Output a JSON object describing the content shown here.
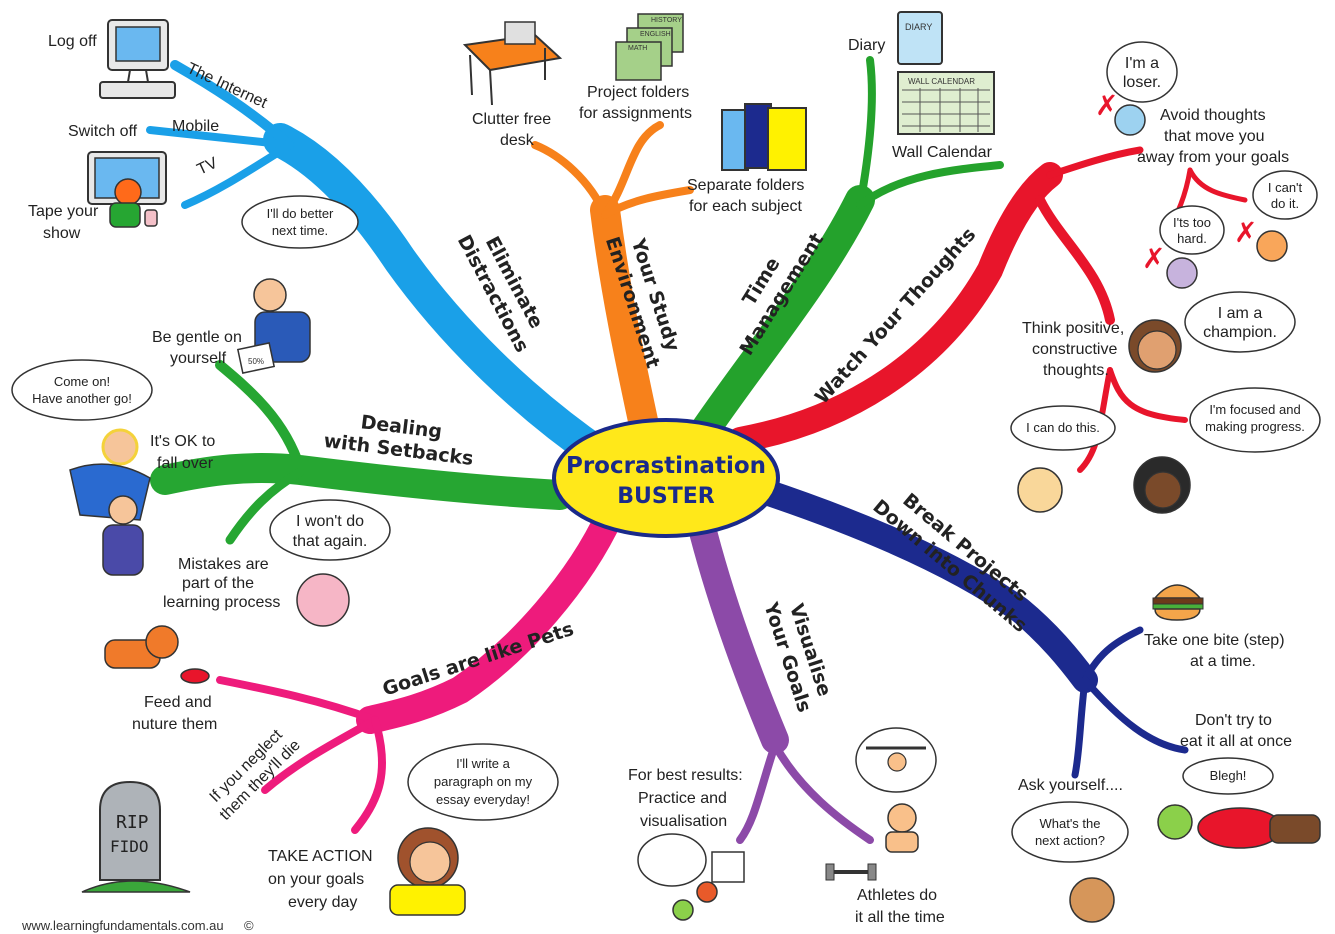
{
  "center": {
    "line1": "Procrastination",
    "line2": "BUSTER"
  },
  "branches": {
    "eliminate": {
      "line1": "Eliminate",
      "line2": "Distractions",
      "color": "#1aa0e8"
    },
    "environment": {
      "line1": "Your Study",
      "line2": "Environment",
      "color": "#f7811b"
    },
    "time": {
      "line1": "Time",
      "line2": "Management",
      "color": "#24a22c"
    },
    "thoughts": {
      "line1": "Watch Your Thoughts",
      "color": "#e8152b"
    },
    "chunks": {
      "line1": "Break Projects",
      "line2": "Down into Chunks",
      "color": "#1c2a8e"
    },
    "visualise": {
      "line1": "Visualise",
      "line2": "Your Goals",
      "color": "#8c4aa8"
    },
    "pets": {
      "line1": "Goals are like Pets",
      "color": "#ee1b7c"
    },
    "setbacks": {
      "line1": "Dealing",
      "line2": "with Setbacks",
      "color": "#26a632"
    }
  },
  "eliminate": {
    "internet": "The Internet",
    "mobile": "Mobile",
    "tv": "TV",
    "log_off": "Log off",
    "switch_off": "Switch off",
    "tape_1": "Tape your",
    "tape_2": "show"
  },
  "environment": {
    "desk_1": "Clutter free",
    "desk_2": "desk",
    "project_1": "Project folders",
    "project_2": "for assignments",
    "separate_1": "Separate folders",
    "separate_2": "for each subject",
    "folder_tags": [
      "HISTORY",
      "ENGLISH",
      "MATH"
    ]
  },
  "time": {
    "diary": "Diary",
    "diary_tag": "DIARY",
    "wall_calendar": "Wall Calendar",
    "calendar_tag": "WALL CALENDAR"
  },
  "thoughts": {
    "bubble_loser_1": "I'm a",
    "bubble_loser_2": "loser.",
    "avoid_1": "Avoid thoughts",
    "avoid_2": "that move you",
    "avoid_3": "away from your goals",
    "bubble_cant_1": "I can't",
    "bubble_cant_2": "do it.",
    "bubble_hard_1": "I'ts too",
    "bubble_hard_2": "hard.",
    "positive_1": "Think positive,",
    "positive_2": "constructive",
    "positive_3": "thoughts.",
    "bubble_champion_1": "I am a",
    "bubble_champion_2": "champion.",
    "bubble_can_do": "I can do this.",
    "bubble_focused_1": "I'm focused and",
    "bubble_focused_2": "making progress."
  },
  "chunks": {
    "bite_1": "Take one bite (step)",
    "bite_2": "at a time.",
    "dont_1": "Don't try to",
    "dont_2": "eat it all at once",
    "bubble_blegh": "Blegh!",
    "ask": "Ask yourself....",
    "bubble_next_1": "What's the",
    "bubble_next_2": "next action?"
  },
  "visualise": {
    "practice_1": "For best results:",
    "practice_2": "Practice and",
    "practice_3": "visualisation",
    "athletes_1": "Athletes do",
    "athletes_2": "it all the time"
  },
  "pets": {
    "feed_1": "Feed and",
    "feed_2": "nuture them",
    "neglect_1": "If you neglect",
    "neglect_2": "them they'll die",
    "action_1": "TAKE ACTION",
    "action_2": "on your goals",
    "action_3": "every day",
    "bubble_write_1": "I'll write a",
    "bubble_write_2": "paragraph on my",
    "bubble_write_3": "essay everyday!",
    "tomb_1": "RIP",
    "tomb_2": "FIDO"
  },
  "setbacks": {
    "bubble_better_1": "I'll do better",
    "bubble_better_2": "next time.",
    "gentle_1": "Be gentle on",
    "gentle_2": "yourself",
    "paper_tag": "50%",
    "bubble_comeon_1": "Come on!",
    "bubble_comeon_2": "Have another go!",
    "ok_1": "It's OK to",
    "ok_2": "fall over",
    "mistakes_1": "Mistakes are",
    "mistakes_2": "part of the",
    "mistakes_3": "learning process",
    "bubble_wont_1": "I won't do",
    "bubble_wont_2": "that again."
  },
  "footer": {
    "site": "www.learningfundamentals.com.au",
    "copyright": "©"
  }
}
